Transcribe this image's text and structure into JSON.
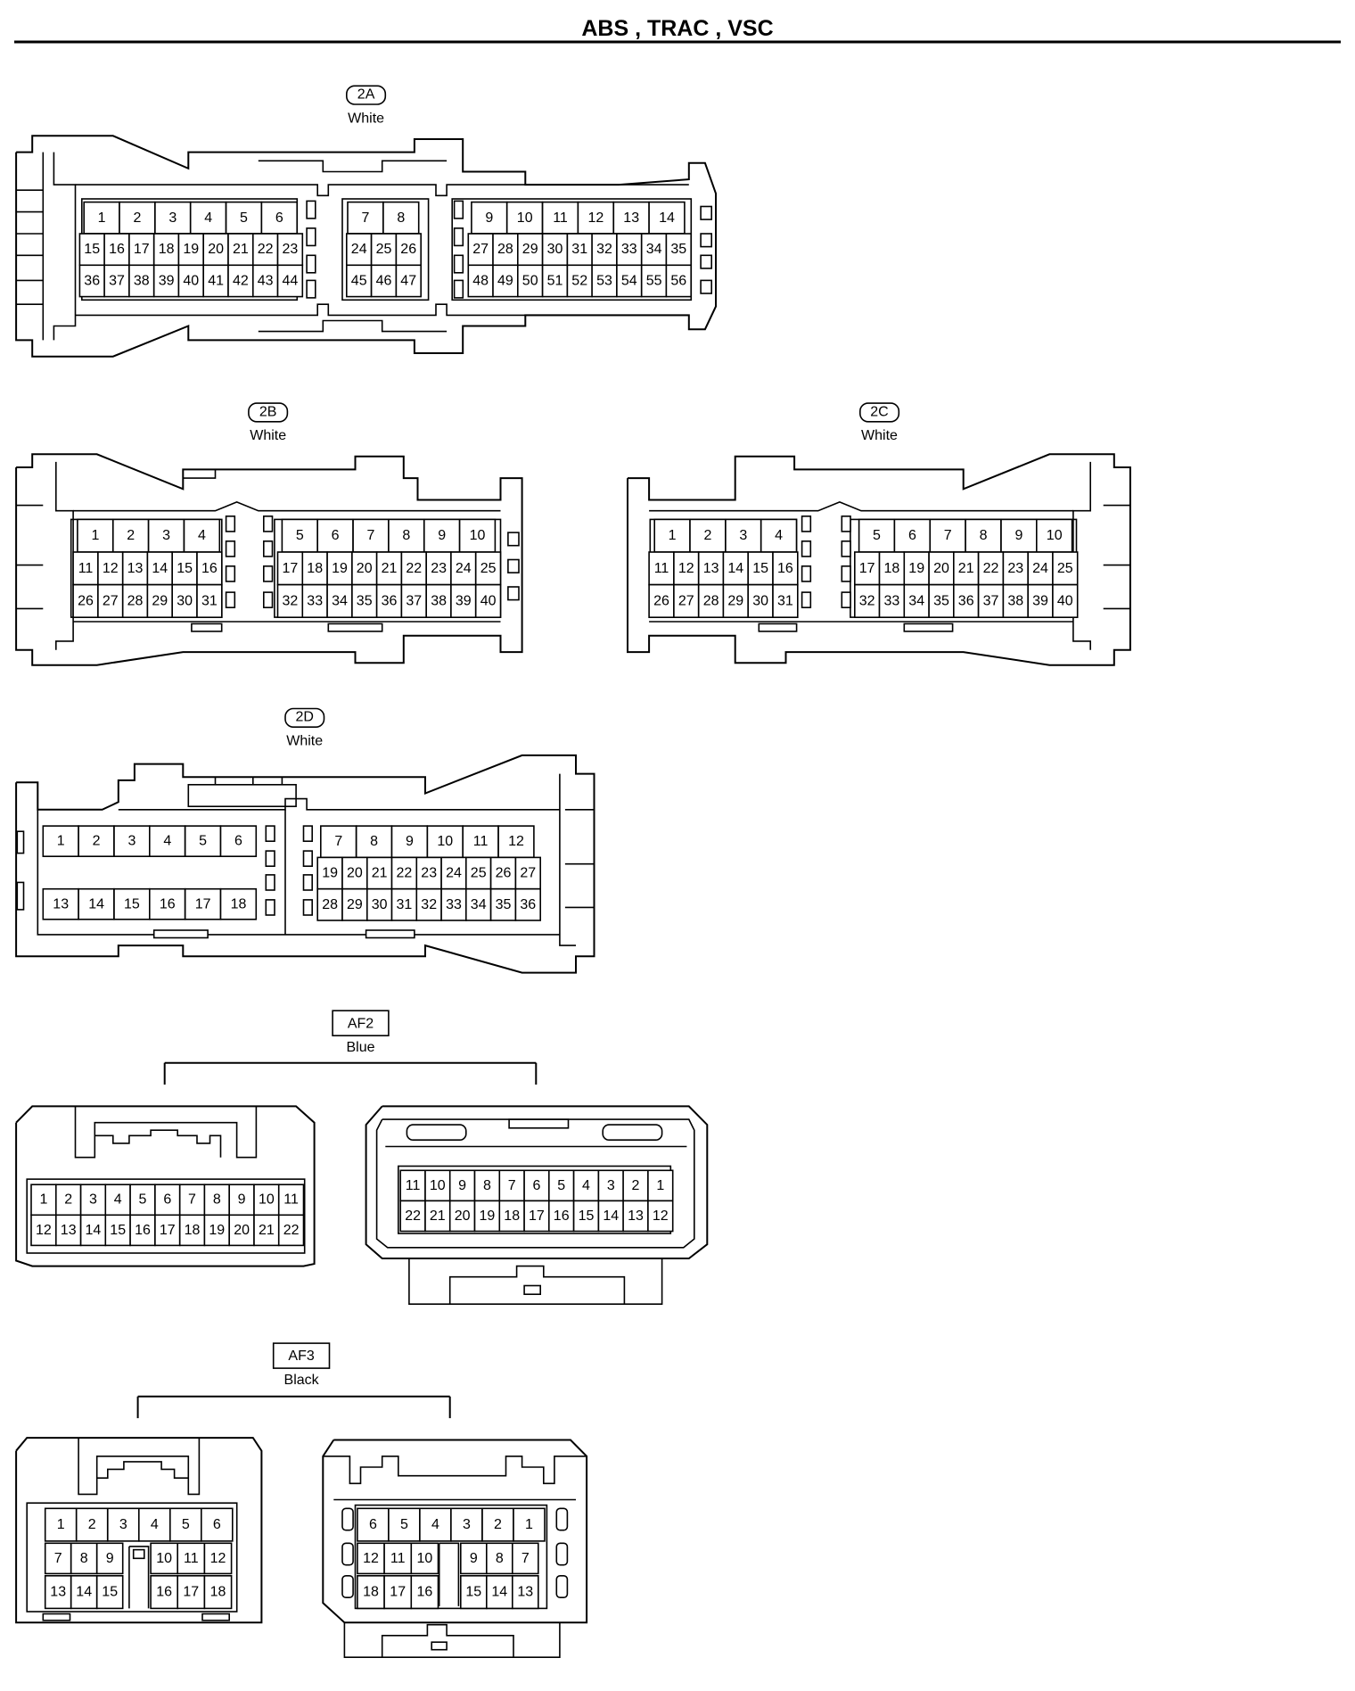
{
  "title": "ABS , TRAC , VSC",
  "connectors": [
    {
      "id": "2A",
      "code": "2A",
      "color": "White",
      "blocks": [
        [
          [
            "1",
            "2",
            "3",
            "4",
            "5",
            "6"
          ],
          [
            "15",
            "16",
            "17",
            "18",
            "19",
            "20",
            "21",
            "22",
            "23"
          ],
          [
            "36",
            "37",
            "38",
            "39",
            "40",
            "41",
            "42",
            "43",
            "44"
          ]
        ],
        [
          [
            "7",
            "8"
          ],
          [
            "24",
            "25",
            "26"
          ],
          [
            "45",
            "46",
            "47"
          ]
        ],
        [
          [
            "9",
            "10",
            "11",
            "12",
            "13",
            "14"
          ],
          [
            "27",
            "28",
            "29",
            "30",
            "31",
            "32",
            "33",
            "34",
            "35"
          ],
          [
            "48",
            "49",
            "50",
            "51",
            "52",
            "53",
            "54",
            "55",
            "56"
          ]
        ]
      ]
    },
    {
      "id": "2B",
      "code": "2B",
      "color": "White",
      "blocks": [
        [
          [
            "1",
            "2",
            "3",
            "4"
          ],
          [
            "11",
            "12",
            "13",
            "14",
            "15",
            "16"
          ],
          [
            "26",
            "27",
            "28",
            "29",
            "30",
            "31"
          ]
        ],
        [
          [
            "5",
            "6",
            "7",
            "8",
            "9",
            "10"
          ],
          [
            "17",
            "18",
            "19",
            "20",
            "21",
            "22",
            "23",
            "24",
            "25"
          ],
          [
            "32",
            "33",
            "34",
            "35",
            "36",
            "37",
            "38",
            "39",
            "40"
          ]
        ]
      ]
    },
    {
      "id": "2C",
      "code": "2C",
      "color": "White",
      "blocks": [
        [
          [
            "1",
            "2",
            "3",
            "4"
          ],
          [
            "11",
            "12",
            "13",
            "14",
            "15",
            "16"
          ],
          [
            "26",
            "27",
            "28",
            "29",
            "30",
            "31"
          ]
        ],
        [
          [
            "5",
            "6",
            "7",
            "8",
            "9",
            "10"
          ],
          [
            "17",
            "18",
            "19",
            "20",
            "21",
            "22",
            "23",
            "24",
            "25"
          ],
          [
            "32",
            "33",
            "34",
            "35",
            "36",
            "37",
            "38",
            "39",
            "40"
          ]
        ]
      ]
    },
    {
      "id": "2D",
      "code": "2D",
      "color": "White",
      "blocks": [
        [
          [
            "1",
            "2",
            "3",
            "4",
            "5",
            "6"
          ],
          [
            "13",
            "14",
            "15",
            "16",
            "17",
            "18"
          ]
        ],
        [
          [
            "7",
            "8",
            "9",
            "10",
            "11",
            "12"
          ],
          [
            "19",
            "20",
            "21",
            "22",
            "23",
            "24",
            "25",
            "26",
            "27"
          ],
          [
            "28",
            "29",
            "30",
            "31",
            "32",
            "33",
            "34",
            "35",
            "36"
          ]
        ]
      ]
    },
    {
      "id": "AF2",
      "code": "AF2",
      "color": "Blue",
      "left": [
        [
          "1",
          "2",
          "3",
          "4",
          "5",
          "6",
          "7",
          "8",
          "9",
          "10",
          "11"
        ],
        [
          "12",
          "13",
          "14",
          "15",
          "16",
          "17",
          "18",
          "19",
          "20",
          "21",
          "22"
        ]
      ],
      "right": [
        [
          "11",
          "10",
          "9",
          "8",
          "7",
          "6",
          "5",
          "4",
          "3",
          "2",
          "1"
        ],
        [
          "22",
          "21",
          "20",
          "19",
          "18",
          "17",
          "16",
          "15",
          "14",
          "13",
          "12"
        ]
      ]
    },
    {
      "id": "AF3",
      "code": "AF3",
      "color": "Black",
      "left": [
        [
          "1",
          "2",
          "3",
          "4",
          "5",
          "6"
        ],
        [
          "7",
          "8",
          "9",
          "10",
          "11",
          "12"
        ],
        [
          "13",
          "14",
          "15",
          "16",
          "17",
          "18"
        ]
      ],
      "right": [
        [
          "6",
          "5",
          "4",
          "3",
          "2",
          "1"
        ],
        [
          "12",
          "11",
          "10",
          "9",
          "8",
          "7"
        ],
        [
          "18",
          "17",
          "16",
          "15",
          "14",
          "13"
        ]
      ]
    }
  ]
}
